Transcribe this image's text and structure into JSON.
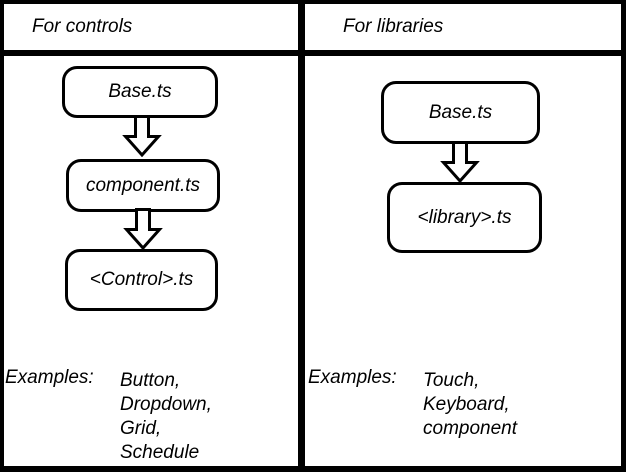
{
  "colors": {
    "line": "#000000",
    "background": "#ffffff"
  },
  "panels": [
    {
      "title": "For controls",
      "boxes": [
        "Base.ts",
        "component.ts",
        "<Control>.ts"
      ],
      "examples_label": "Examples:",
      "examples": [
        "Button,",
        "Dropdown,",
        "Grid,",
        "Schedule"
      ]
    },
    {
      "title": "For libraries",
      "boxes": [
        "Base.ts",
        "<library>.ts"
      ],
      "examples_label": "Examples:",
      "examples": [
        "Touch,",
        "Keyboard,",
        "component"
      ]
    }
  ]
}
